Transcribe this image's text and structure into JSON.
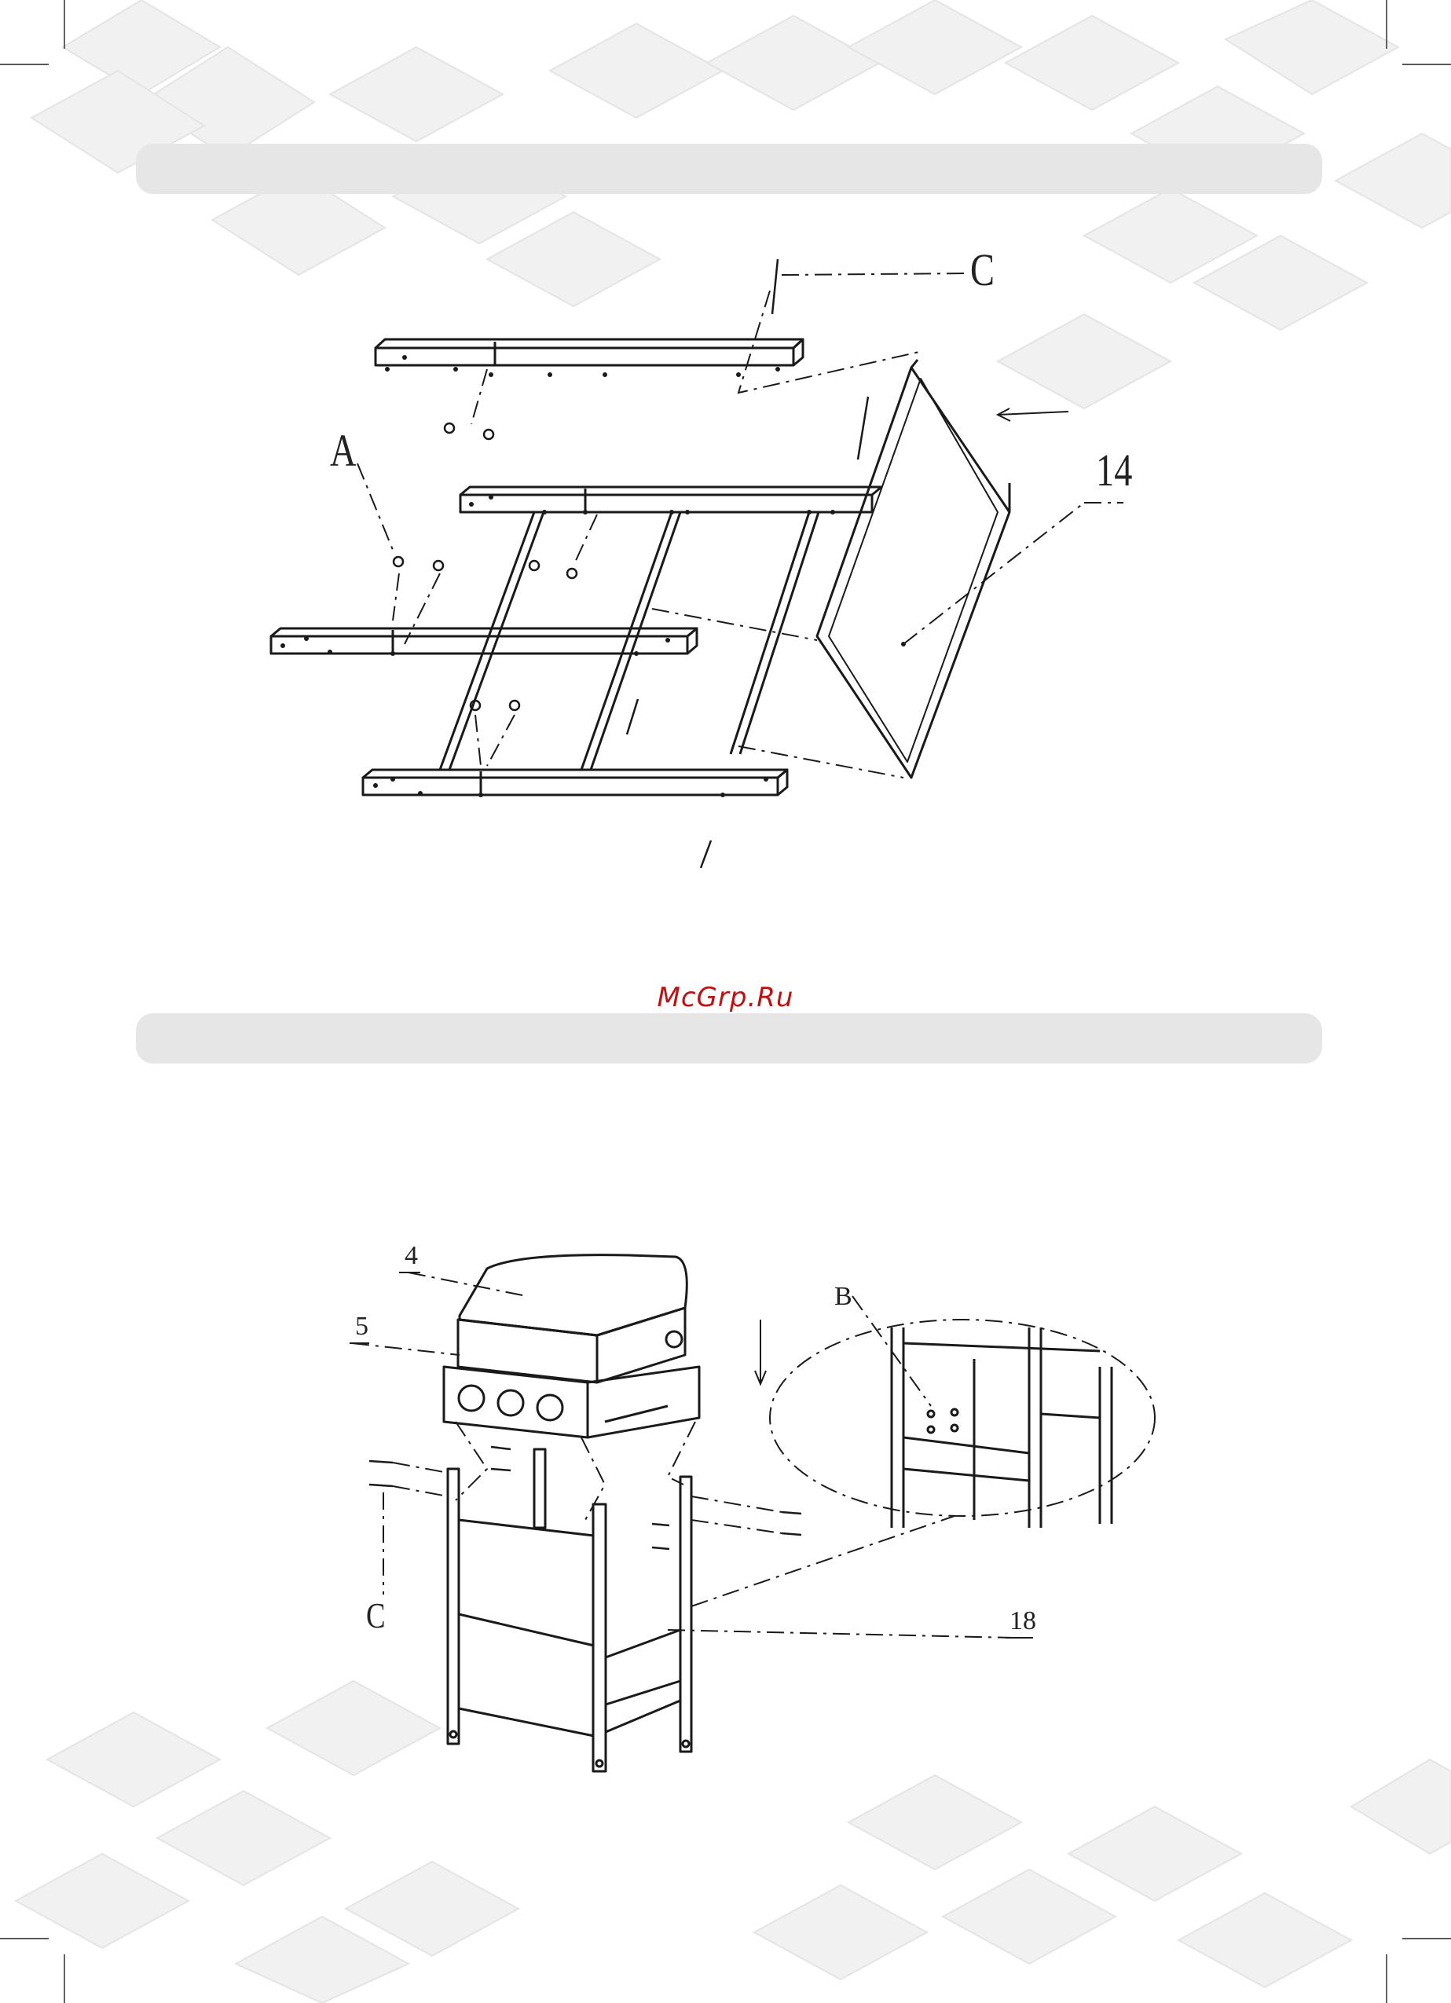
{
  "page": {
    "watermark": "McGrp.Ru"
  },
  "diagram_top": {
    "labels": {
      "c": "C",
      "a": "A",
      "part14": "14"
    }
  },
  "diagram_bottom": {
    "labels": {
      "part4": "4",
      "part5": "5",
      "b": "B",
      "c": "C",
      "part18": "18"
    }
  }
}
